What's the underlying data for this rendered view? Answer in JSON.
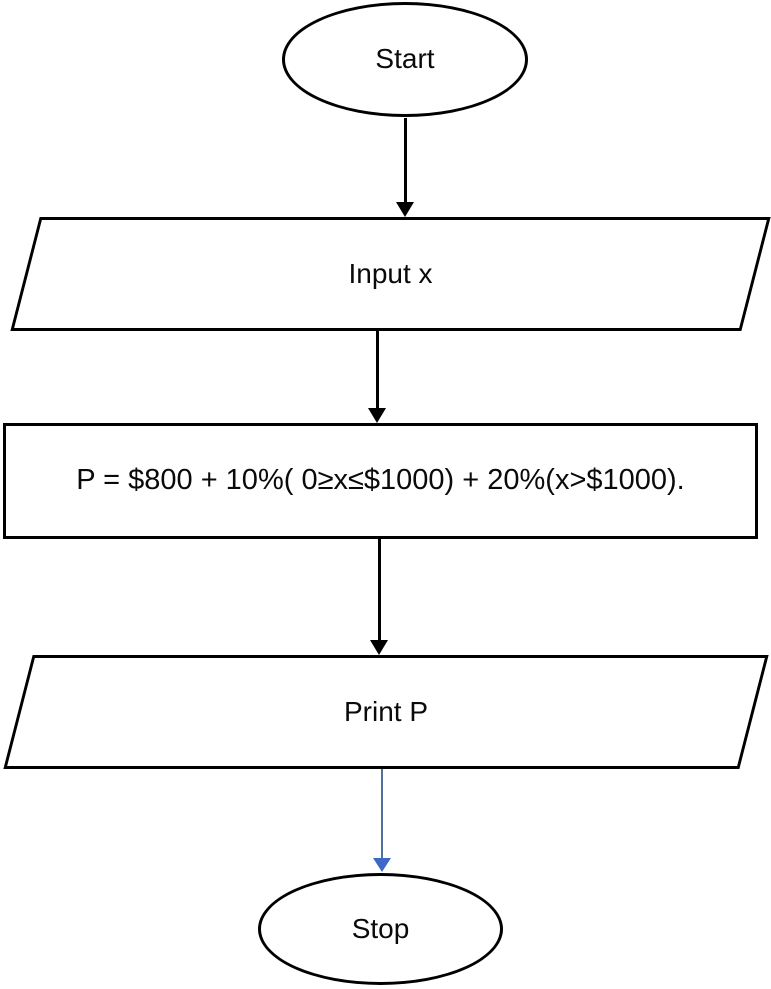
{
  "diagram": {
    "type": "flowchart",
    "nodes": [
      {
        "id": "start",
        "shape": "terminator-ellipse",
        "label": "Start"
      },
      {
        "id": "input-x",
        "shape": "io-parallelogram",
        "label": "Input x"
      },
      {
        "id": "process",
        "shape": "process-rectangle",
        "label": "P = $800 + 10%( 0≥x≤$1000) + 20%(x>$1000)."
      },
      {
        "id": "print-p",
        "shape": "io-parallelogram",
        "label": "Print P"
      },
      {
        "id": "stop",
        "shape": "terminator-ellipse",
        "label": "Stop"
      }
    ],
    "edges": [
      {
        "from": "start",
        "to": "input-x",
        "line_color": "#000000",
        "head_color": "#000000"
      },
      {
        "from": "input-x",
        "to": "process",
        "line_color": "#000000",
        "head_color": "#000000"
      },
      {
        "from": "process",
        "to": "print-p",
        "line_color": "#000000",
        "head_color": "#000000"
      },
      {
        "from": "print-p",
        "to": "stop",
        "line_color": "#50719B",
        "head_color": "#3E68C8"
      }
    ],
    "colors": {
      "background": "#ffffff",
      "shape_border": "#000000",
      "text": "#0a0a0a",
      "stop_arrow_line": "#50719B",
      "stop_arrow_head": "#3E68C8"
    }
  }
}
